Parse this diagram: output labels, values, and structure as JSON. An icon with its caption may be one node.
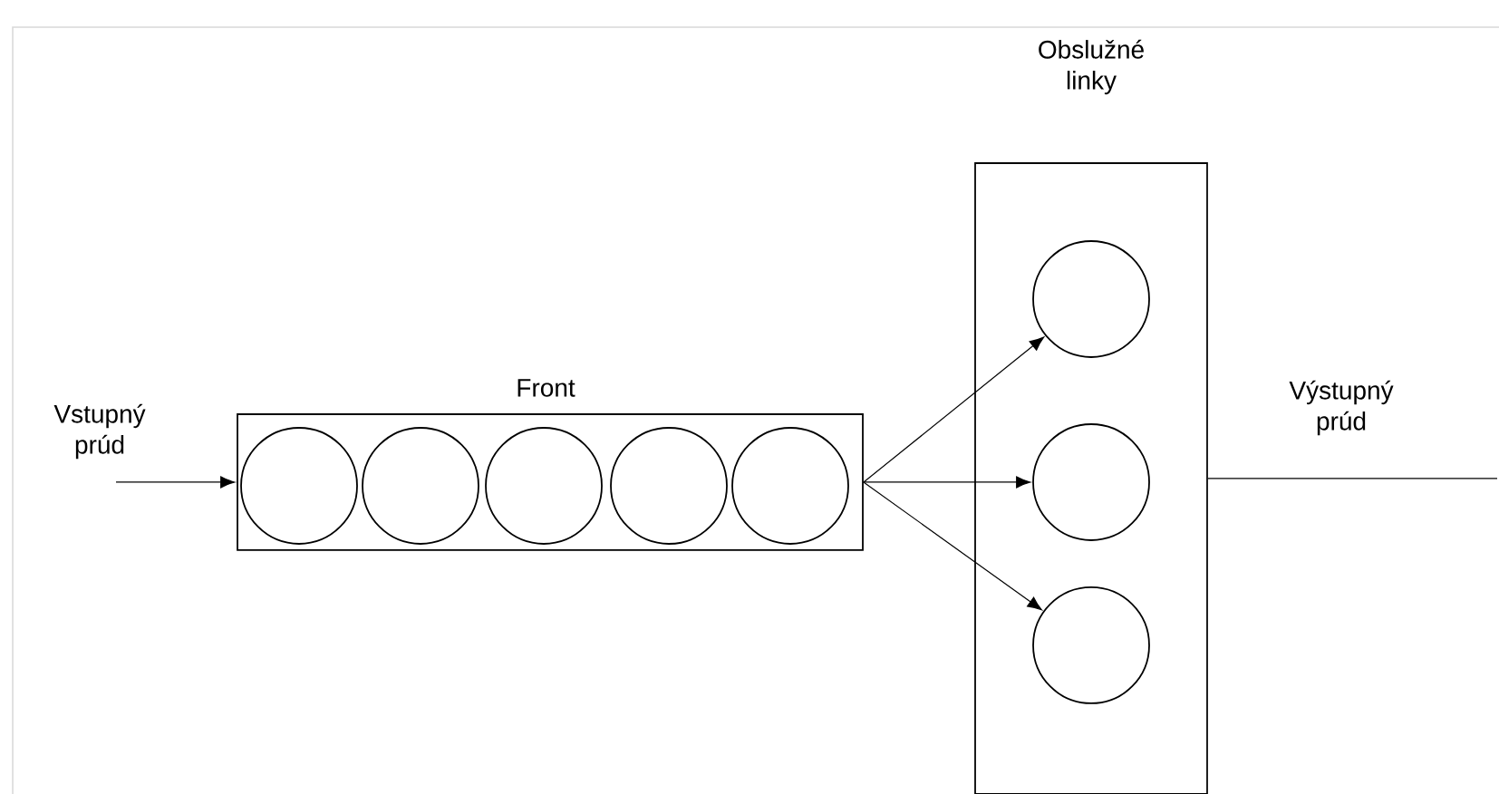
{
  "diagram": {
    "nodes": [
      {
        "text": [
          "Front"
        ]
      },
      {
        "text": [],
        "shape": "circle",
        "in": 0
      },
      {
        "text": [],
        "shape": "circle",
        "in": 0
      },
      {
        "text": [],
        "shape": "circle",
        "in": 0
      },
      {
        "text": [],
        "shape": "circle",
        "in": 0
      },
      {
        "text": [],
        "shape": "circle",
        "in": 0
      },
      {
        "text": [
          "Obslužné linky"
        ]
      },
      {
        "text": [],
        "shape": "circle",
        "in": 6
      },
      {
        "text": [],
        "shape": "circle",
        "in": 6
      },
      {
        "text": [],
        "shape": "circle",
        "in": 6
      }
    ],
    "edges": [
      {
        "from": null,
        "to": 0,
        "arrow": "to",
        "label": "Vstupný prúd"
      },
      {
        "from": 0,
        "to": 7,
        "arrow": "to"
      },
      {
        "from": 0,
        "to": 8,
        "arrow": "to"
      },
      {
        "from": 0,
        "to": 9,
        "arrow": "to"
      },
      {
        "from": 6,
        "to": null,
        "arrow": "none",
        "label": "Výstupný prúd"
      }
    ]
  }
}
